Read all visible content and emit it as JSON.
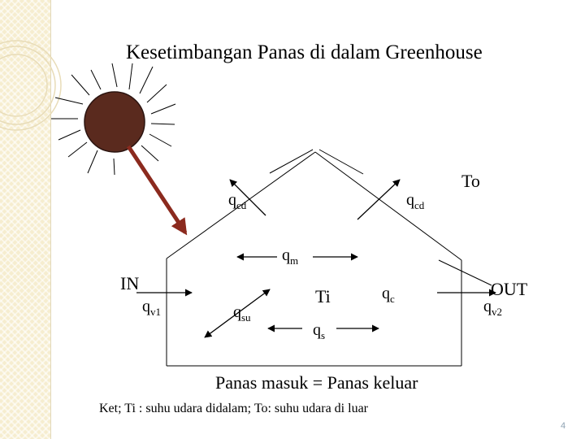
{
  "title": "Kesetimbangan Panas di dalam Greenhouse",
  "labels": {
    "to": "To",
    "in": "IN",
    "out": "OUT",
    "ti": "Ti",
    "qcd_left": {
      "main": "q",
      "sub": "cd"
    },
    "qcd_right": {
      "main": "q",
      "sub": "cd"
    },
    "qm": {
      "main": "q",
      "sub": "m"
    },
    "qv1": {
      "main": "q",
      "sub": "v1"
    },
    "qsu": {
      "main": "q",
      "sub": "su"
    },
    "qc": {
      "main": "q",
      "sub": "c"
    },
    "qs": {
      "main": "q",
      "sub": "s"
    },
    "qv2": {
      "main": "q",
      "sub": "v2"
    }
  },
  "equation": "Panas masuk = Panas keluar",
  "note": "Ket; Ti : suhu udara didalam; To: suhu udara di luar",
  "page_number": "4",
  "colors": {
    "sun": "#5a2a1e",
    "sun_outline": "#2b1410",
    "sun_arrow": "#8b2a1e",
    "line": "#000000",
    "strip": "#f6edcf",
    "ring": "#e8dcb8",
    "page_number": "#8fa3b3"
  }
}
